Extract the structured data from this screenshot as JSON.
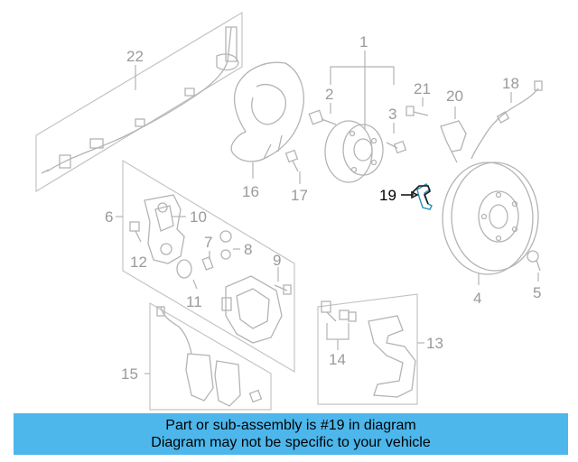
{
  "diagram": {
    "highlight_part": "19",
    "labels": {
      "p1": "1",
      "p2": "2",
      "p3": "3",
      "p4": "4",
      "p5": "5",
      "p6": "6",
      "p7": "7",
      "p8": "8",
      "p9": "9",
      "p10": "10",
      "p11": "11",
      "p12": "12",
      "p13": "13",
      "p14": "14",
      "p15": "15",
      "p16": "16",
      "p17": "17",
      "p18": "18",
      "p19": "19",
      "p20": "20",
      "p21": "21",
      "p22": "22"
    }
  },
  "banner": {
    "line1": "Part or sub-assembly is #19 in diagram",
    "line2": "Diagram may not be specific to your vehicle"
  },
  "colors": {
    "banner_bg": "#4db7ec",
    "part_lines": "#b4b4b4",
    "highlight": "#1a1a1a"
  }
}
